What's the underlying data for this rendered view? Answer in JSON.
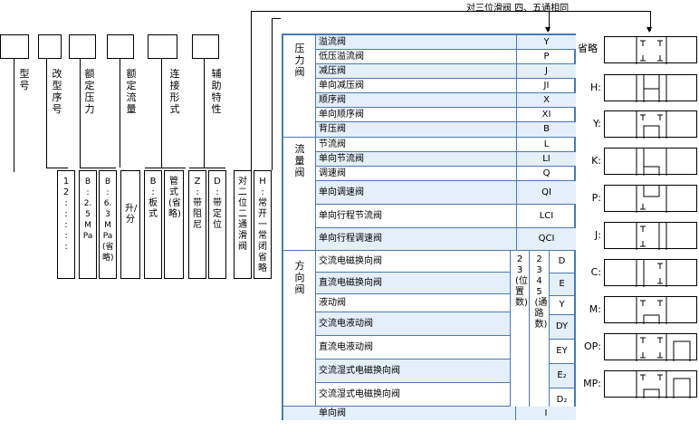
{
  "top_note": "对三位滑阀 四、五通相同",
  "fields": [
    {
      "label": "型号"
    },
    {
      "label": "改型序号"
    },
    {
      "label": "额定压力"
    },
    {
      "label": "额定流量"
    },
    {
      "label": "连接形式"
    },
    {
      "label": "辅助特性"
    }
  ],
  "sub_values": {
    "revision": "1 2 : : : : :",
    "pressure_b": "B : 2.5 MPa",
    "pressure_b2": "B : 6.3 MPa (省略)",
    "flow": "升/分",
    "conn_b": "B : 板式",
    "conn_pipe": "管式 (省略)",
    "aux_z": "Z : 带阻尼",
    "aux_d": "D : 带定位",
    "two_way": "对二位二通滑阀",
    "h_type": "H : 常开 一常闭省略"
  },
  "groups": [
    {
      "label": "压力阀"
    },
    {
      "label": "流量阀"
    },
    {
      "label": "方向阀"
    }
  ],
  "pressure_rows": [
    {
      "name": "溢流阀",
      "code": "Y"
    },
    {
      "name": "低压溢流阀",
      "code": "P"
    },
    {
      "name": "减压阀",
      "code": "J"
    },
    {
      "name": "单向减压阀",
      "code": "JI"
    },
    {
      "name": "顺序阀",
      "code": "X"
    },
    {
      "name": "单向顺序阀",
      "code": "XI"
    },
    {
      "name": "背压阀",
      "code": "B"
    }
  ],
  "flow_rows": [
    {
      "name": "节流阀",
      "code": "L"
    },
    {
      "name": "单向节流阀",
      "code": "LI"
    },
    {
      "name": "调速阀",
      "code": "Q"
    },
    {
      "name": "单向调速阀",
      "code": "QI"
    },
    {
      "name": "单向行程节流阀",
      "code": "LCI"
    },
    {
      "name": "单向行程调速阀",
      "code": "QCI"
    }
  ],
  "dir_rows": [
    {
      "name": "交流电磁换向阀",
      "code": "D"
    },
    {
      "name": "直流电磁换向阀",
      "code": "E"
    },
    {
      "name": "液动阀",
      "code": "Y"
    },
    {
      "name": "交流电液动阀",
      "code": "DY"
    },
    {
      "name": "直流电液动阀",
      "code": "EY"
    },
    {
      "name": "交流湿式电磁换向阀",
      "code": "E₂"
    },
    {
      "name": "交流湿式电磁换向阀",
      "code": "D₂"
    }
  ],
  "check_row": {
    "name": "单向阀",
    "code": "I"
  },
  "positions_label": "2 3 (位置数)",
  "ports_label": "2 3 4 5 (通路数)",
  "omit_label": "省略",
  "symbols": [
    {
      "label": ""
    },
    {
      "label": "H:"
    },
    {
      "label": "Y:"
    },
    {
      "label": "K:"
    },
    {
      "label": "P:"
    },
    {
      "label": "J:"
    },
    {
      "label": "C:"
    },
    {
      "label": "M:"
    },
    {
      "label": "OP:"
    },
    {
      "label": "MP:"
    }
  ]
}
